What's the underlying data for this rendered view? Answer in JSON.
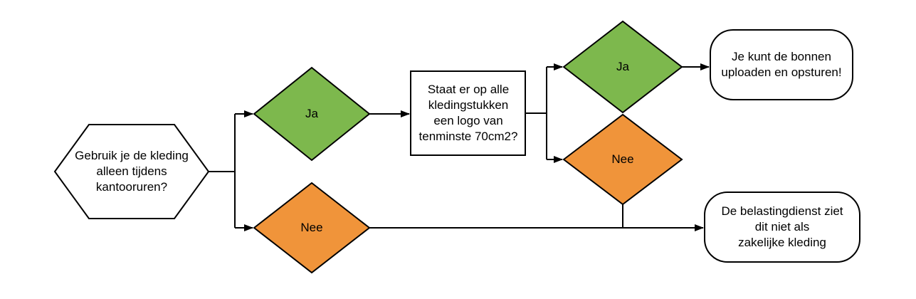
{
  "colors": {
    "yes_fill": "#7DB84D",
    "no_fill": "#F0943A",
    "stroke": "#000000",
    "background": "#FFFFFF"
  },
  "nodes": {
    "start": {
      "shape": "hexagon",
      "lines": [
        "Gebruik je de kleding",
        "alleen tijdens",
        "kantooruren?"
      ]
    },
    "ja1": {
      "shape": "diamond",
      "label": "Ja"
    },
    "nee1": {
      "shape": "diamond",
      "label": "Nee"
    },
    "logo_question": {
      "shape": "rectangle",
      "lines": [
        "Staat er op alle",
        "kledingstukken",
        "een logo van",
        "tenminste 70cm2?"
      ]
    },
    "ja2": {
      "shape": "diamond",
      "label": "Ja"
    },
    "nee2": {
      "shape": "diamond",
      "label": "Nee"
    },
    "outcome_upload": {
      "shape": "rounded-rectangle",
      "lines": [
        "Je kunt de bonnen",
        "uploaden en opsturen!"
      ]
    },
    "outcome_not_business": {
      "shape": "rounded-rectangle",
      "lines": [
        "De belastingdienst ziet",
        "dit niet als",
        "zakelijke kleding"
      ]
    }
  }
}
